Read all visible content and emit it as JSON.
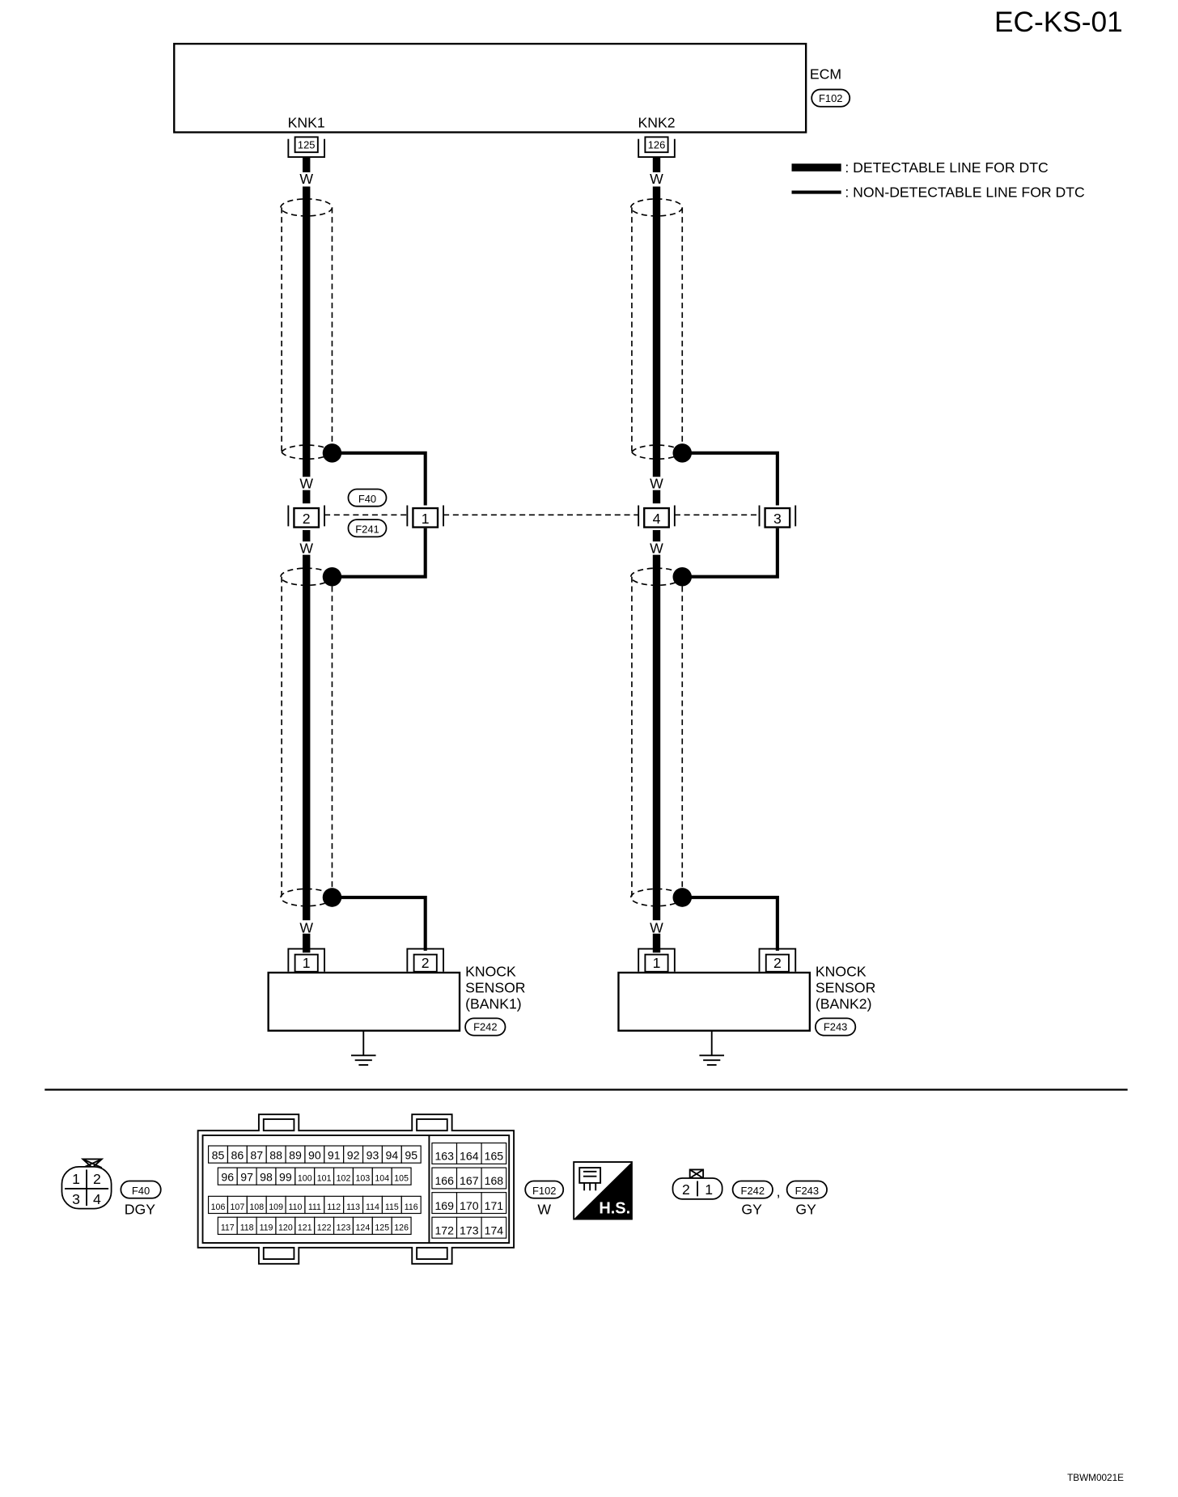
{
  "page": {
    "title": "EC-KS-01",
    "figure_code": "TBWM0021E"
  },
  "ecm": {
    "name": "ECM",
    "connector": "F102",
    "pins": [
      {
        "name": "KNK1",
        "number": "125"
      },
      {
        "name": "KNK2",
        "number": "126"
      }
    ]
  },
  "legend": {
    "detectable": ": DETECTABLE LINE FOR DTC",
    "non_detectable": ": NON-DETECTABLE LINE FOR DTC"
  },
  "wire_color": "W",
  "joint": {
    "connector_top": "F40",
    "connector_bottom": "F241",
    "pins": [
      "2",
      "1",
      "4",
      "3"
    ]
  },
  "sensors": [
    {
      "name_line1": "KNOCK",
      "name_line2": "SENSOR",
      "name_line3": "(BANK1)",
      "connector": "F242",
      "pins": [
        "1",
        "2"
      ]
    },
    {
      "name_line1": "KNOCK",
      "name_line2": "SENSOR",
      "name_line3": "(BANK2)",
      "connector": "F243",
      "pins": [
        "1",
        "2"
      ]
    }
  ],
  "connector_views": {
    "f40": {
      "label": "F40",
      "color": "DGY",
      "pins": [
        "1",
        "2",
        "3",
        "4"
      ]
    },
    "f102": {
      "label": "F102",
      "color": "W",
      "rows": [
        [
          "85",
          "86",
          "87",
          "88",
          "89",
          "90",
          "91",
          "92",
          "93",
          "94",
          "95"
        ],
        [
          "96",
          "97",
          "98",
          "99",
          "100",
          "101",
          "102",
          "103",
          "104",
          "105"
        ],
        [
          "106",
          "107",
          "108",
          "109",
          "110",
          "111",
          "112",
          "113",
          "114",
          "115",
          "116"
        ],
        [
          "117",
          "118",
          "119",
          "120",
          "121",
          "122",
          "123",
          "124",
          "125",
          "126"
        ]
      ],
      "block": [
        [
          "163",
          "164",
          "165"
        ],
        [
          "166",
          "167",
          "168"
        ],
        [
          "169",
          "170",
          "171"
        ],
        [
          "172",
          "173",
          "174"
        ]
      ]
    },
    "hs": {
      "label": "H.S."
    },
    "f242": {
      "label": "F242",
      "color": "GY",
      "pins": [
        "2",
        "1"
      ],
      "separator": ","
    },
    "f243": {
      "label": "F243",
      "color": "GY"
    }
  }
}
